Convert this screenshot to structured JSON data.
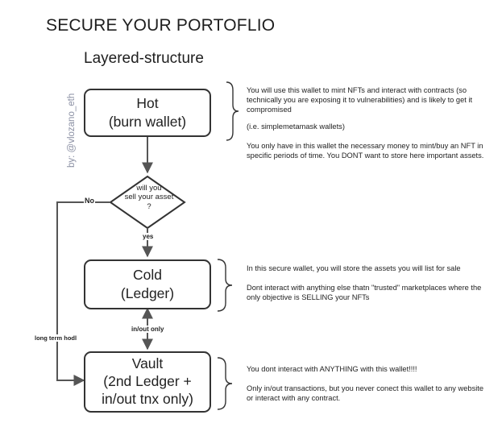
{
  "title": "SECURE YOUR PORTOFLIO",
  "subtitle": "Layered-structure",
  "byline": "by: @vlozano_eth",
  "nodes": {
    "hot": {
      "line1": "Hot",
      "line2": "(burn wallet)"
    },
    "decision": {
      "line1": "will you",
      "line2": "sell your asset",
      "line3": "?"
    },
    "cold": {
      "line1": "Cold",
      "line2": "(Ledger)"
    },
    "vault": {
      "line1": "Vault",
      "line2": "(2nd Ledger +",
      "line3": "in/out tnx only)"
    }
  },
  "edge_labels": {
    "no": "No",
    "yes": "yes",
    "in_out": "in/out only",
    "long_term": "long term hodl"
  },
  "notes": {
    "hot": [
      "You will use this wallet to mint NFTs and interact with contracts (so technically you are exposing it to vulnerabilities) and is likely to get it compromised",
      "(i.e. simplemetamask wallets)",
      "You only have in this wallet the necessary money to mint/buy an NFT in specific periods of time. You DONT want to store here important assets."
    ],
    "cold": [
      "In this secure wallet, you will store the assets you will list for sale",
      "Dont interact with anything else thatn \"trusted\" marketplaces where the only objective is SELLING your NFTs"
    ],
    "vault": [
      "You dont interact with ANYTHING with this wallet!!!!",
      "Only in/out transactions, but you never conect this wallet to any website or interact with any contract."
    ]
  },
  "colors": {
    "line": "#555555",
    "box_border": "#333333",
    "byline": "#8a8fa3"
  }
}
